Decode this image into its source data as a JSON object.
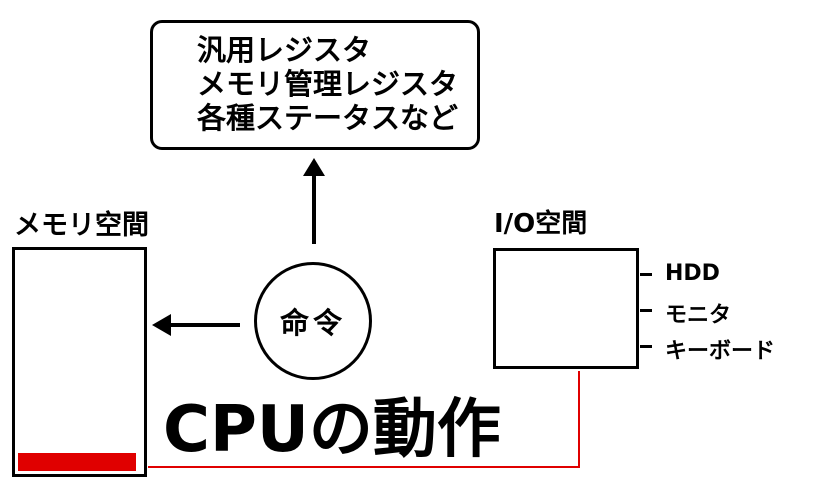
{
  "registers": {
    "lines": [
      "汎用レジスタ",
      "メモリ管理レジスタ",
      "各種ステータスなど"
    ]
  },
  "memory": {
    "title": "メモリ空間"
  },
  "io": {
    "title": "I/O空間",
    "devices": [
      "HDD",
      "モニタ",
      "キーボード"
    ]
  },
  "instruction": {
    "label": "命令"
  },
  "caption": "CPUの動作",
  "colors": {
    "line": "#000000",
    "accent": "#e00000",
    "background": "#ffffff"
  }
}
